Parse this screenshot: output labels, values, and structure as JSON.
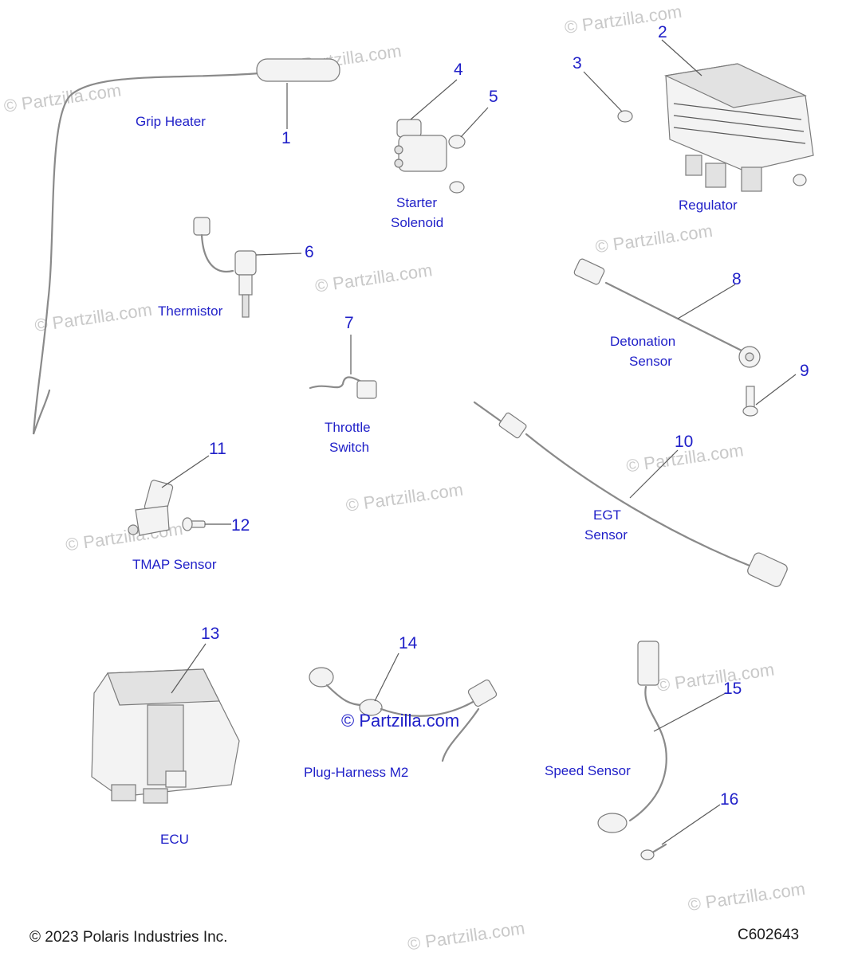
{
  "watermark": "© Partzilla.com",
  "callouts": [
    {
      "num": "1",
      "label": "Grip Heater"
    },
    {
      "num": "2",
      "label": "Regulator"
    },
    {
      "num": "3",
      "label": ""
    },
    {
      "num": "4",
      "label": "Starter"
    },
    {
      "num": "5",
      "label": "Solenoid"
    },
    {
      "num": "6",
      "label": "Thermistor"
    },
    {
      "num": "7",
      "label": "Throttle"
    },
    {
      "num": "8",
      "label": "Switch"
    },
    {
      "num": "9",
      "label": "Detonation"
    },
    {
      "num": "10",
      "label": "Sensor"
    },
    {
      "num": "11",
      "label": "EGT"
    },
    {
      "num": "12",
      "label": "Sensor"
    },
    {
      "num": "13",
      "label": "TMAP Sensor"
    },
    {
      "num": "14",
      "label": "ECU"
    },
    {
      "num": "15",
      "label": "Plug-Harness M2"
    },
    {
      "num": "16",
      "label": "Speed Sensor"
    }
  ],
  "footer": {
    "copyright": "© 2023 Polaris Industries Inc.",
    "code": "C602643"
  }
}
